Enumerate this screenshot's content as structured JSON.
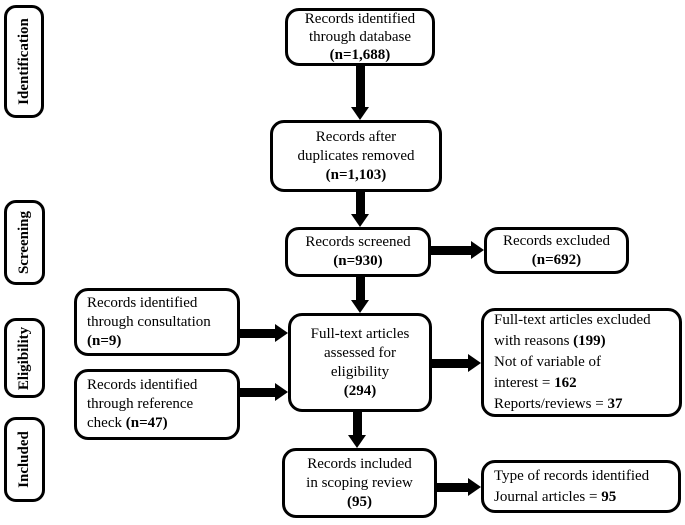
{
  "phase_labels": {
    "identification": "Identification",
    "screening": "Screening",
    "eligibility": "Eligibility",
    "included": "Included"
  },
  "boxes": {
    "database": {
      "line1": "Records identified",
      "line2": "through database",
      "count": "(n=1,688)"
    },
    "duplicates": {
      "line1": "Records after",
      "line2": "duplicates removed",
      "count": "(n=1,103)"
    },
    "screened": {
      "line1": "Records screened",
      "count": "(n=930)"
    },
    "records_excluded": {
      "line1": "Records excluded",
      "count": "(n=692)"
    },
    "consultation": {
      "line1": "Records identified",
      "line2": "through consultation",
      "count": "(n=9)"
    },
    "reference_check": {
      "line1": "Records identified",
      "line2": "through reference",
      "line3_prefix": "check ",
      "count": "(n=47)"
    },
    "full_text": {
      "line1": "Full-text articles",
      "line2": "assessed for",
      "line3": "eligibility",
      "count": "(294)"
    },
    "full_text_excluded": {
      "line1": "Full-text articles excluded",
      "line2_prefix": "with reasons ",
      "line2_count": "(199)",
      "line3": "Not of variable of",
      "line4_prefix": "interest = ",
      "line4_count": "162",
      "line5_prefix": "Reports/reviews = ",
      "line5_count": "37"
    },
    "scoping_review": {
      "line1": "Records included",
      "line2": "in scoping review",
      "count": "(95)"
    },
    "record_type": {
      "line1": "Type of records identified",
      "line2_prefix": "Journal articles = ",
      "line2_count": "95"
    }
  },
  "colors": {
    "border": "#000000",
    "background": "#ffffff",
    "text": "#000000",
    "arrow": "#000000"
  }
}
